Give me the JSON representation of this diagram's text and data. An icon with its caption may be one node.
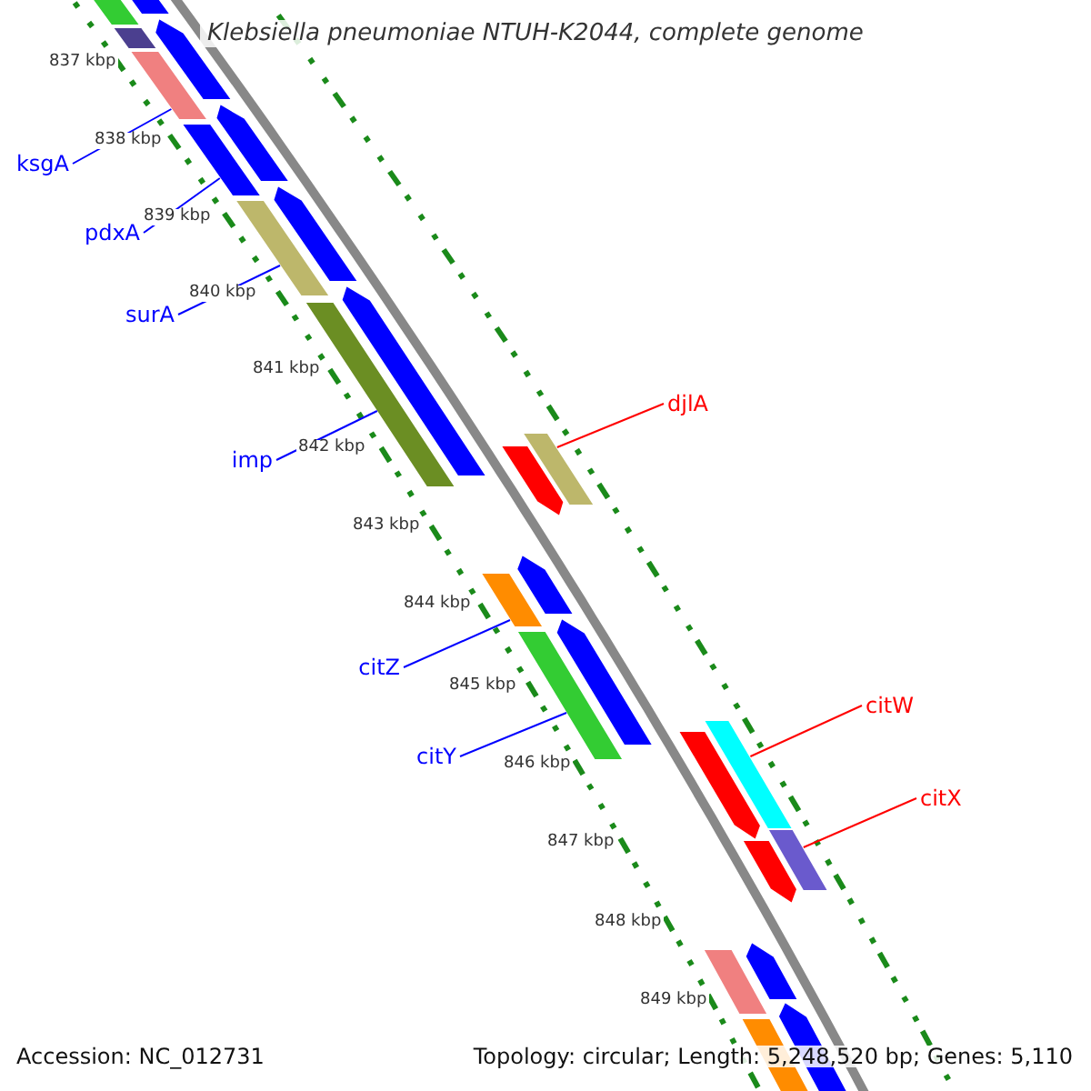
{
  "diagram": {
    "title": "Klebsiella pneumoniae NTUH-K2044, complete genome",
    "nodes": [
      {
        "text": [
          "ksgA"
        ]
      },
      {
        "text": [
          "pdxA"
        ]
      },
      {
        "text": [
          "surA"
        ]
      },
      {
        "text": [
          "imp"
        ]
      },
      {
        "text": [
          "citZ"
        ]
      },
      {
        "text": [
          "citY"
        ]
      },
      {
        "text": [
          "djlA"
        ]
      },
      {
        "text": [
          "citW"
        ]
      },
      {
        "text": [
          "citX"
        ]
      },
      {
        "text": [],
        "shape": "bar"
      },
      {
        "text": [],
        "shape": "bar"
      },
      {
        "text": [],
        "shape": "bar"
      },
      {
        "text": [],
        "shape": "bar"
      },
      {
        "text": [],
        "shape": "bar"
      },
      {
        "text": [],
        "shape": "bar"
      },
      {
        "text": [],
        "shape": "bar"
      },
      {
        "text": [],
        "shape": "bar"
      },
      {
        "text": [],
        "shape": "bar"
      }
    ],
    "edges": [
      {
        "from": 0,
        "to": 9,
        "arrow": "none"
      },
      {
        "from": 1,
        "to": 10,
        "arrow": "none"
      },
      {
        "from": 2,
        "to": 11,
        "arrow": "none"
      },
      {
        "from": 3,
        "to": 12,
        "arrow": "none"
      },
      {
        "from": 4,
        "to": 13,
        "arrow": "none"
      },
      {
        "from": 5,
        "to": 14,
        "arrow": "none"
      },
      {
        "from": 6,
        "to": 15,
        "arrow": "none",
        "color": "#ff0000"
      },
      {
        "from": 7,
        "to": 16,
        "arrow": "none",
        "color": "#ff0000"
      },
      {
        "from": 8,
        "to": 17,
        "arrow": "none",
        "color": "#ff0000"
      }
    ],
    "labels": [
      "837 kbp",
      "838 kbp",
      "839 kbp",
      "840 kbp",
      "841 kbp",
      "842 kbp",
      "843 kbp",
      "844 kbp",
      "845 kbp",
      "846 kbp",
      "847 kbp",
      "848 kbp",
      "849 kbp",
      "Accession: NC_012731",
      "Topology: circular; Length: 5,248,520 bp; Genes: 5,110"
    ]
  }
}
